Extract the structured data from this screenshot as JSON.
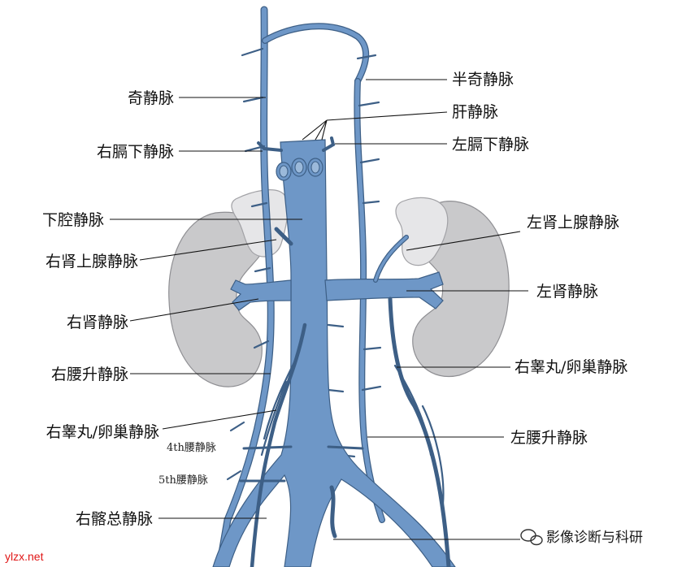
{
  "labels": {
    "azygos": "奇静脉",
    "hemiazygos": "半奇静脉",
    "hepatic": "肝静脉",
    "right_phrenic": "右膈下静脉",
    "left_phrenic": "左膈下静脉",
    "ivc": "下腔静脉",
    "left_suprarenal": "左肾上腺静脉",
    "right_suprarenal": "右肾上腺静脉",
    "left_renal": "左肾静脉",
    "right_renal": "右肾静脉",
    "right_ascending_lumbar": "右腰升静脉",
    "right_gonadal_left_side": "右睾丸/卵巢静脉",
    "right_gonadal": "右睾丸/卵巢静脉",
    "left_ascending_lumbar": "左腰升静脉",
    "lumbar_4": "4th腰静脉",
    "lumbar_5": "5th腰静脉",
    "right_common_iliac": "右髂总静脉"
  },
  "watermark": {
    "site": "ylzx.net",
    "account": "影像诊断与科研"
  },
  "colors": {
    "vein": "#6e97c7",
    "kidney": "#c9c9cb",
    "adrenal": "#e6e6e8",
    "watermark_site": "#e01616"
  }
}
